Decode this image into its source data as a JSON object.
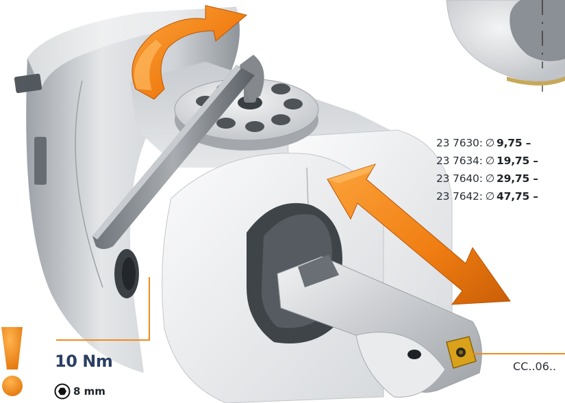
{
  "specs": [
    {
      "order": "23 7630:",
      "symbol": "∅",
      "diameter": "9,75 –"
    },
    {
      "order": "23 7634:",
      "symbol": "∅",
      "diameter": "19,75 –"
    },
    {
      "order": "23 7640:",
      "symbol": "∅",
      "diameter": "29,75 –"
    },
    {
      "order": "23 7642:",
      "symbol": "∅",
      "diameter": "47,75 –"
    }
  ],
  "torque": "10 Nm",
  "hex_key_size": "8 mm",
  "insert_code": "CC..06..",
  "colors": {
    "accent_orange": "#f08a1c",
    "torque_blue": "#2a3f63",
    "body_grey": "#dadcdf",
    "text_dark": "#2a2f36"
  },
  "icons": [
    "warning-exclamation-icon",
    "hex-socket-icon",
    "rotation-arrow-icon",
    "adjustment-arrow-icon"
  ]
}
